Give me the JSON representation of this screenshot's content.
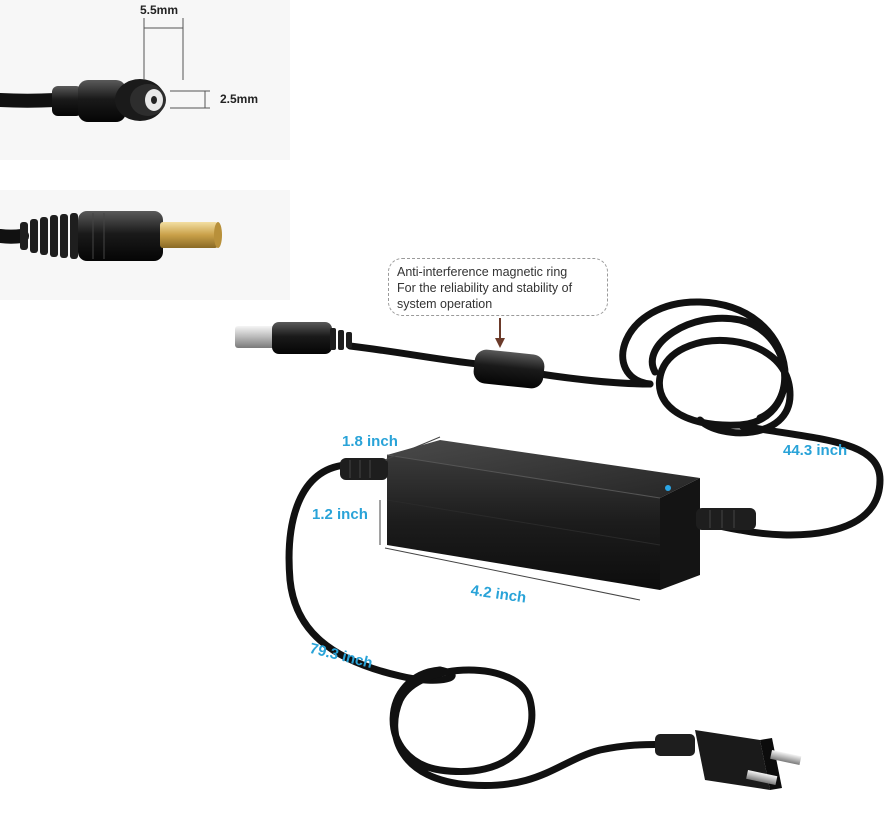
{
  "image": {
    "callout": {
      "line1": "Anti-interference magnetic ring",
      "line2": "For the reliability and stability of",
      "line3": "system operation"
    },
    "tip_dimensions": {
      "outer_diameter": "5.5mm",
      "inner_diameter": "2.5mm"
    },
    "adapter_dimensions": {
      "depth": "1.8 inch",
      "height": "1.2 inch",
      "length": "4.2 inch"
    },
    "cable_lengths": {
      "dc_cable": "44.3 inch",
      "ac_cable": "79.3 inch"
    },
    "colors": {
      "dimension_label": "#29a3d8",
      "cable": "#111111",
      "adapter_body": "#1b1b1b",
      "connector_tip": "#c9a048",
      "led": "#2aa6e6"
    }
  }
}
